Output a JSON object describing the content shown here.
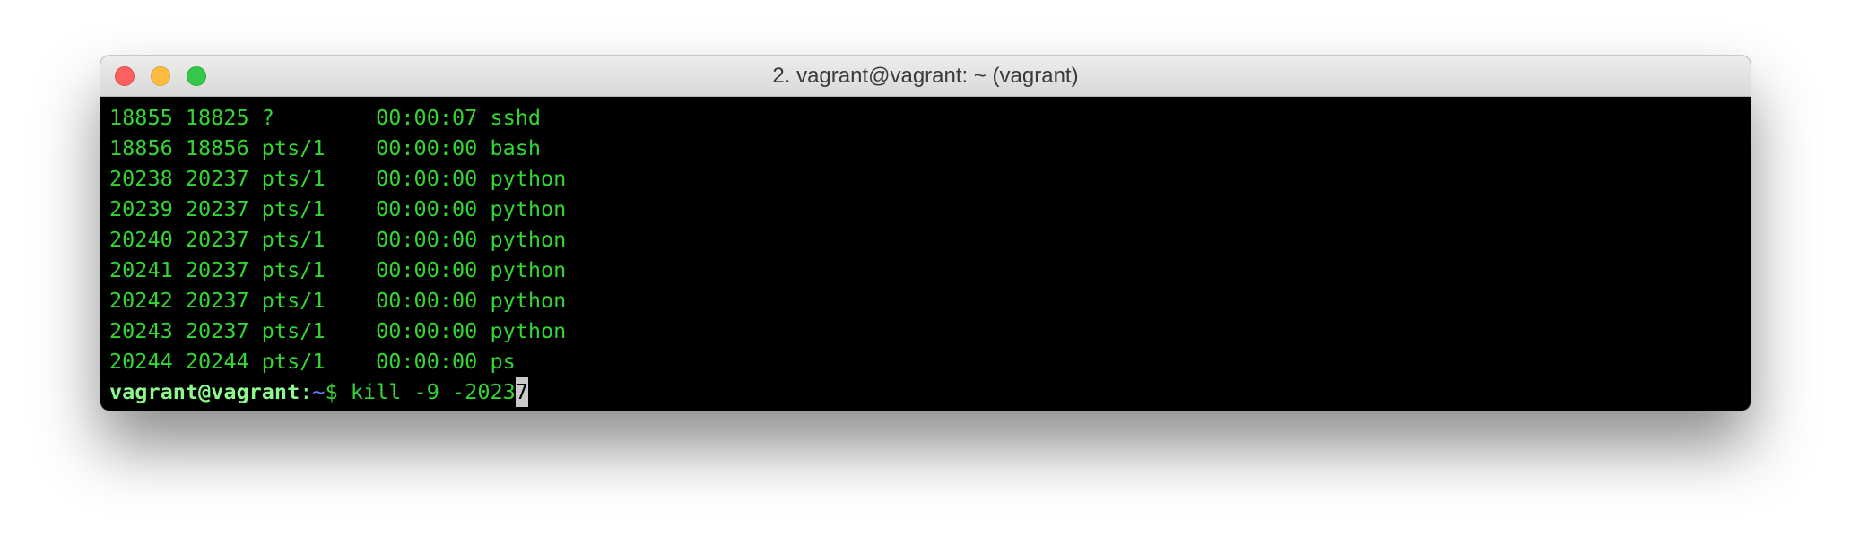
{
  "window": {
    "title": "2. vagrant@vagrant: ~ (vagrant)"
  },
  "terminal": {
    "lines": [
      "18855 18825 ?        00:00:07 sshd",
      "18856 18856 pts/1    00:00:00 bash",
      "20238 20237 pts/1    00:00:00 python",
      "20239 20237 pts/1    00:00:00 python",
      "20240 20237 pts/1    00:00:00 python",
      "20241 20237 pts/1    00:00:00 python",
      "20242 20237 pts/1    00:00:00 python",
      "20243 20237 pts/1    00:00:00 python",
      "20244 20244 pts/1    00:00:00 ps"
    ],
    "prompt": {
      "user_host": "vagrant@vagrant",
      "colon": ":",
      "path": "~",
      "dollar": "$ ",
      "command": "kill -9 -2023",
      "cursor_char": "7"
    }
  },
  "colors": {
    "output_text": "#33d633",
    "prompt_user": "#8cf98c",
    "prompt_path": "#6f78ff",
    "background": "#000000",
    "cursor": "#c9c9c9"
  }
}
